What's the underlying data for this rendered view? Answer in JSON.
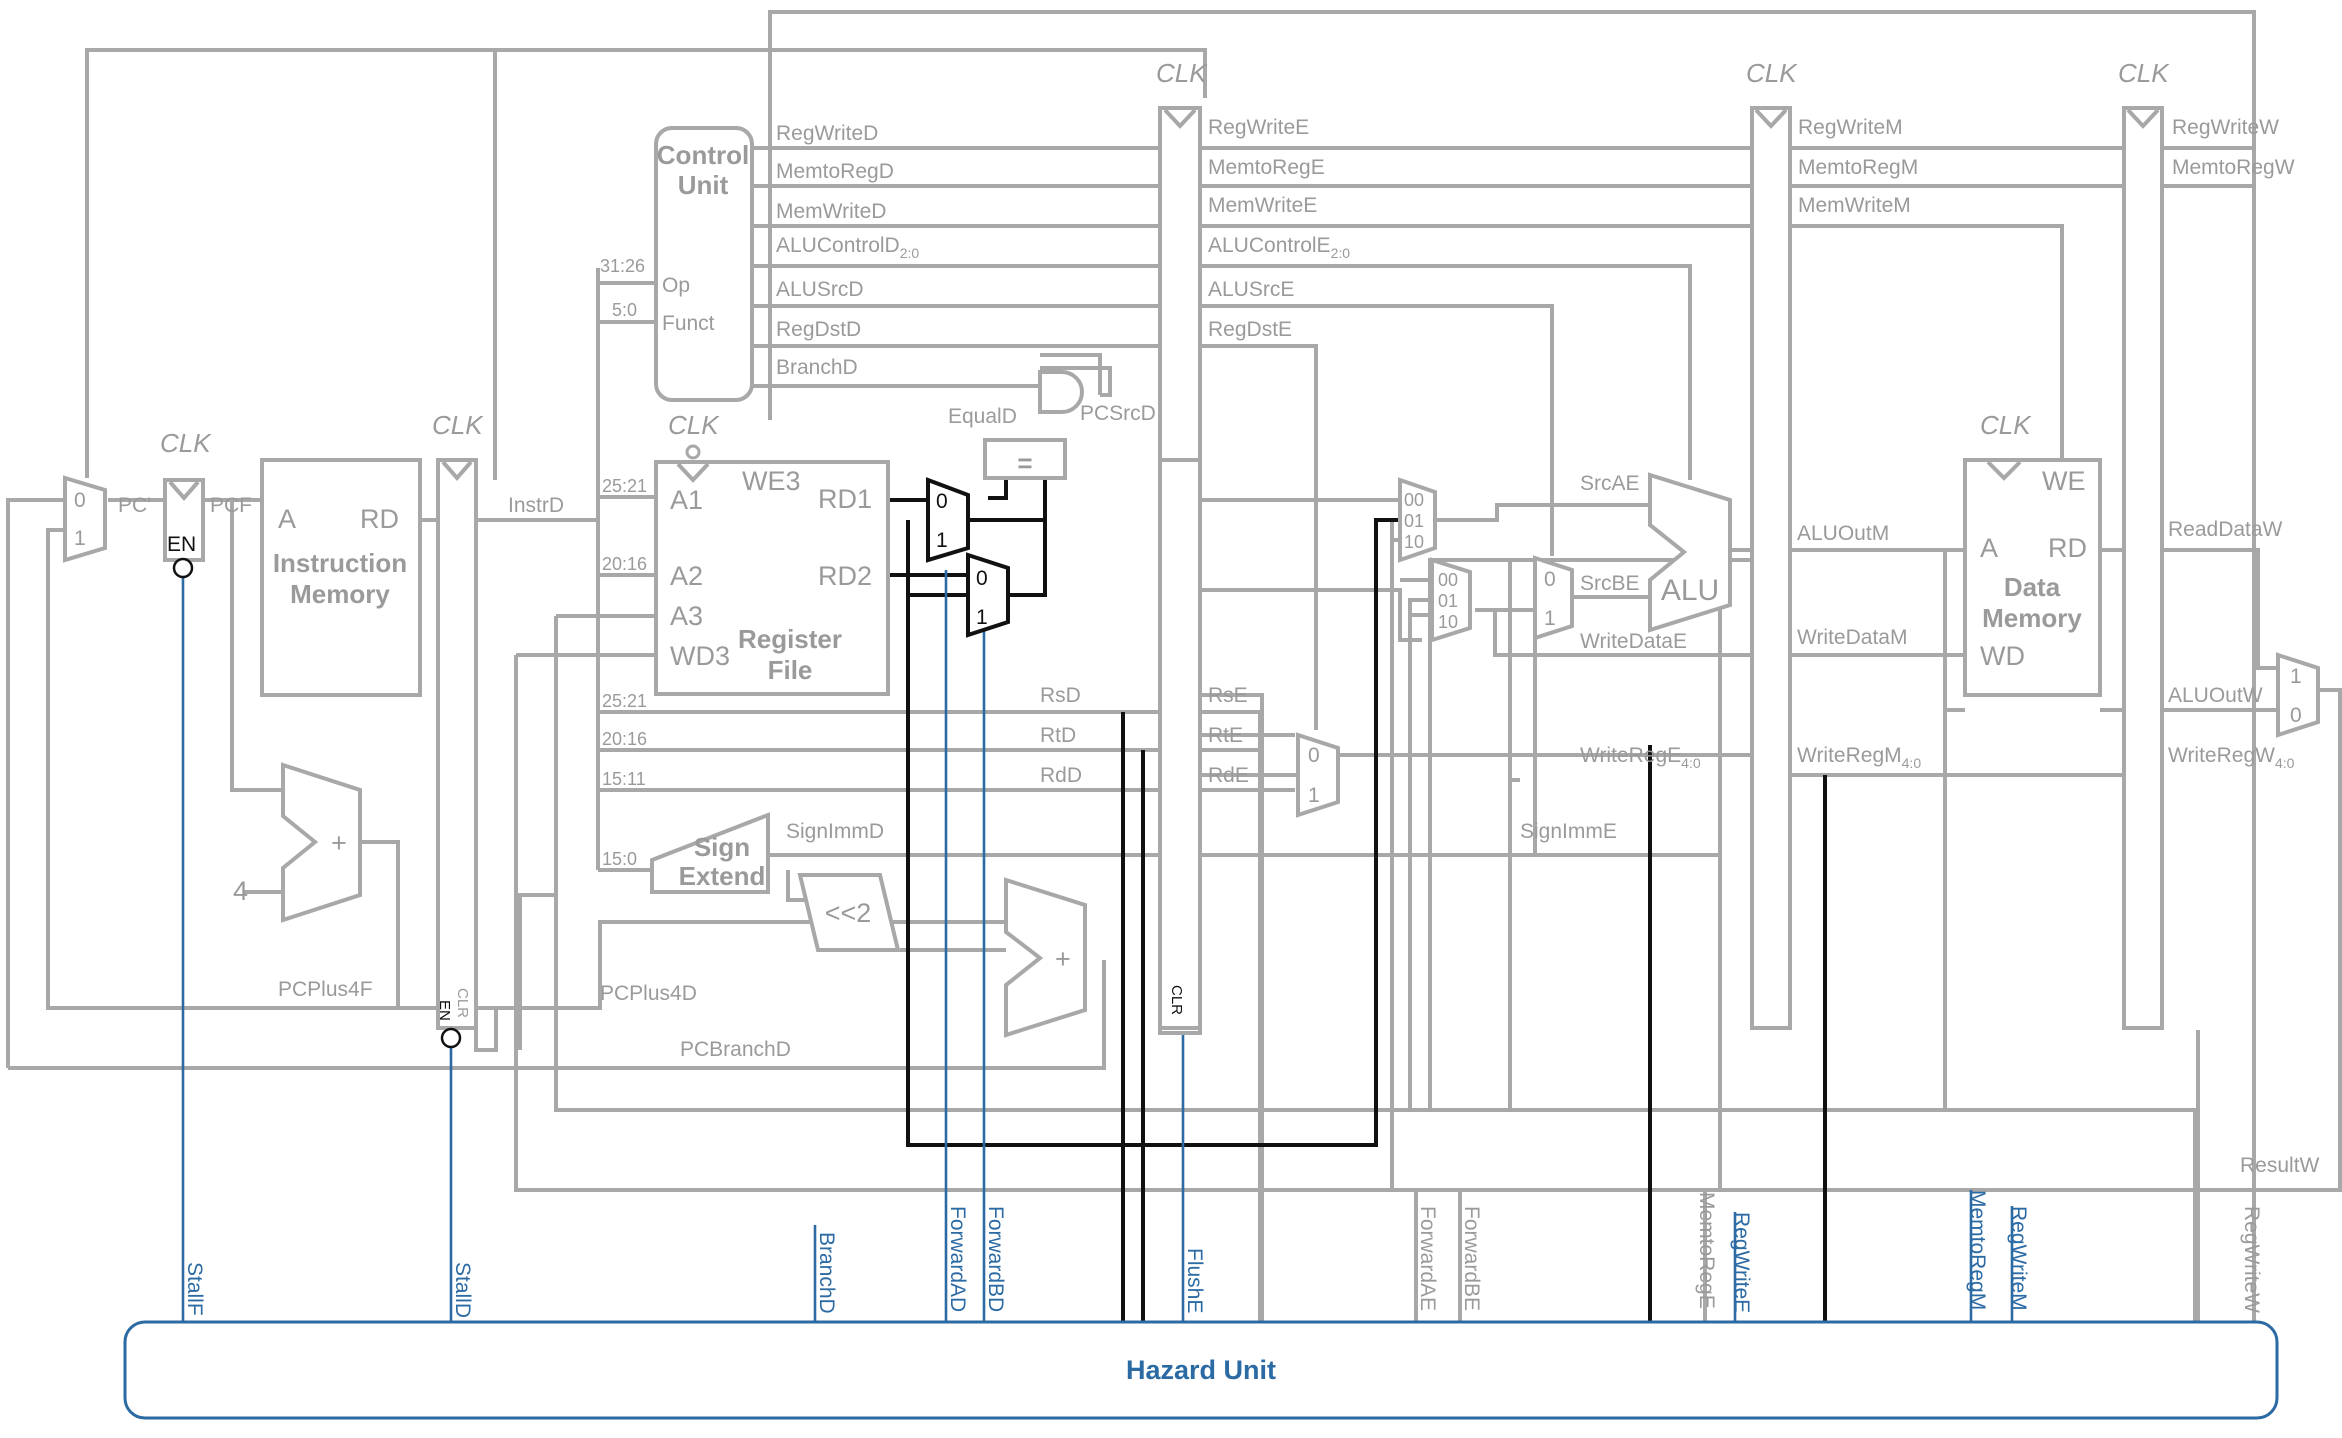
{
  "clock": "CLK",
  "pipeline": {
    "pc_next": "PC'",
    "pcf": "PCF",
    "instr_d": "InstrD",
    "pc_plus4f": "PCPlus4F",
    "pc_plus4d": "PCPlus4D",
    "pc_branchd": "PCBranchD",
    "const_four": "4",
    "en": "EN",
    "clr": "CLR",
    "plus": "+",
    "shift": "<<2",
    "equal": "=",
    "equald": "EqualD",
    "pcsrcd": "PCSrcD"
  },
  "instruction_memory": {
    "title1": "Instruction",
    "title2": "Memory",
    "port_a": "A",
    "port_rd": "RD"
  },
  "control_unit": {
    "title1": "Control",
    "title2": "Unit",
    "op": "Op",
    "funct": "Funct"
  },
  "register_file": {
    "title1": "Register",
    "title2": "File",
    "a1": "A1",
    "a2": "A2",
    "a3": "A3",
    "wd3": "WD3",
    "we3": "WE3",
    "rd1": "RD1",
    "rd2": "RD2"
  },
  "sign_extend": {
    "title1": "Sign",
    "title2": "Extend",
    "signimmd": "SignImmD",
    "signimme": "SignImmE"
  },
  "alu": {
    "title": "ALU",
    "srcae": "SrcAE",
    "srcbe": "SrcBE",
    "writedatae": "WriteDataE"
  },
  "data_memory": {
    "title1": "Data",
    "title2": "Memory",
    "port_a": "A",
    "port_rd": "RD",
    "port_wd": "WD",
    "we": "WE"
  },
  "bit_fields": {
    "op": "31:26",
    "funct": "5:0",
    "rs": "25:21",
    "rt": "20:16",
    "rd": "15:11",
    "imm": "15:0"
  },
  "mux_inputs": {
    "zero": "0",
    "one": "1",
    "s00": "00",
    "s01": "01",
    "s10": "10"
  },
  "control_d": [
    "RegWriteD",
    "MemtoRegD",
    "MemWriteD",
    "ALUControlD",
    "ALUSrcD",
    "RegDstD",
    "BranchD"
  ],
  "control_e": [
    "RegWriteE",
    "MemtoRegE",
    "MemWriteE",
    "ALUControlE",
    "ALUSrcE",
    "RegDstE"
  ],
  "control_m": [
    "RegWriteM",
    "MemtoRegM",
    "MemWriteM"
  ],
  "control_w": [
    "RegWriteW",
    "MemtoRegW"
  ],
  "subscripts": {
    "alucontrol": "2:0",
    "writereg": "4:0"
  },
  "regs_d": [
    "RsD",
    "RtD",
    "RdD"
  ],
  "regs_e": [
    "RsE",
    "RtE",
    "RdE"
  ],
  "data_path": {
    "writerege": "WriteRegE",
    "writeregm": "WriteRegM",
    "writeregw": "WriteRegW",
    "aluoutm": "ALUOutM",
    "writedatam": "WriteDataM",
    "readdataw": "ReadDataW",
    "aluoutw": "ALUOutW",
    "resultw": "ResultW"
  },
  "hazard_unit": {
    "title": "Hazard Unit",
    "signals": [
      "StallF",
      "StallD",
      "BranchD",
      "ForwardAD",
      "ForwardBD",
      "FlushE",
      "ForwardAE",
      "ForwardBE",
      "MemtoRegE",
      "RegWriteE",
      "MemtoRegM",
      "RegWriteM",
      "RegWriteW"
    ]
  },
  "colors": {
    "datapath": "#a8a8a8",
    "forwarding": "#111111",
    "hazard": "#2b6aa3",
    "background": "#ffffff"
  }
}
